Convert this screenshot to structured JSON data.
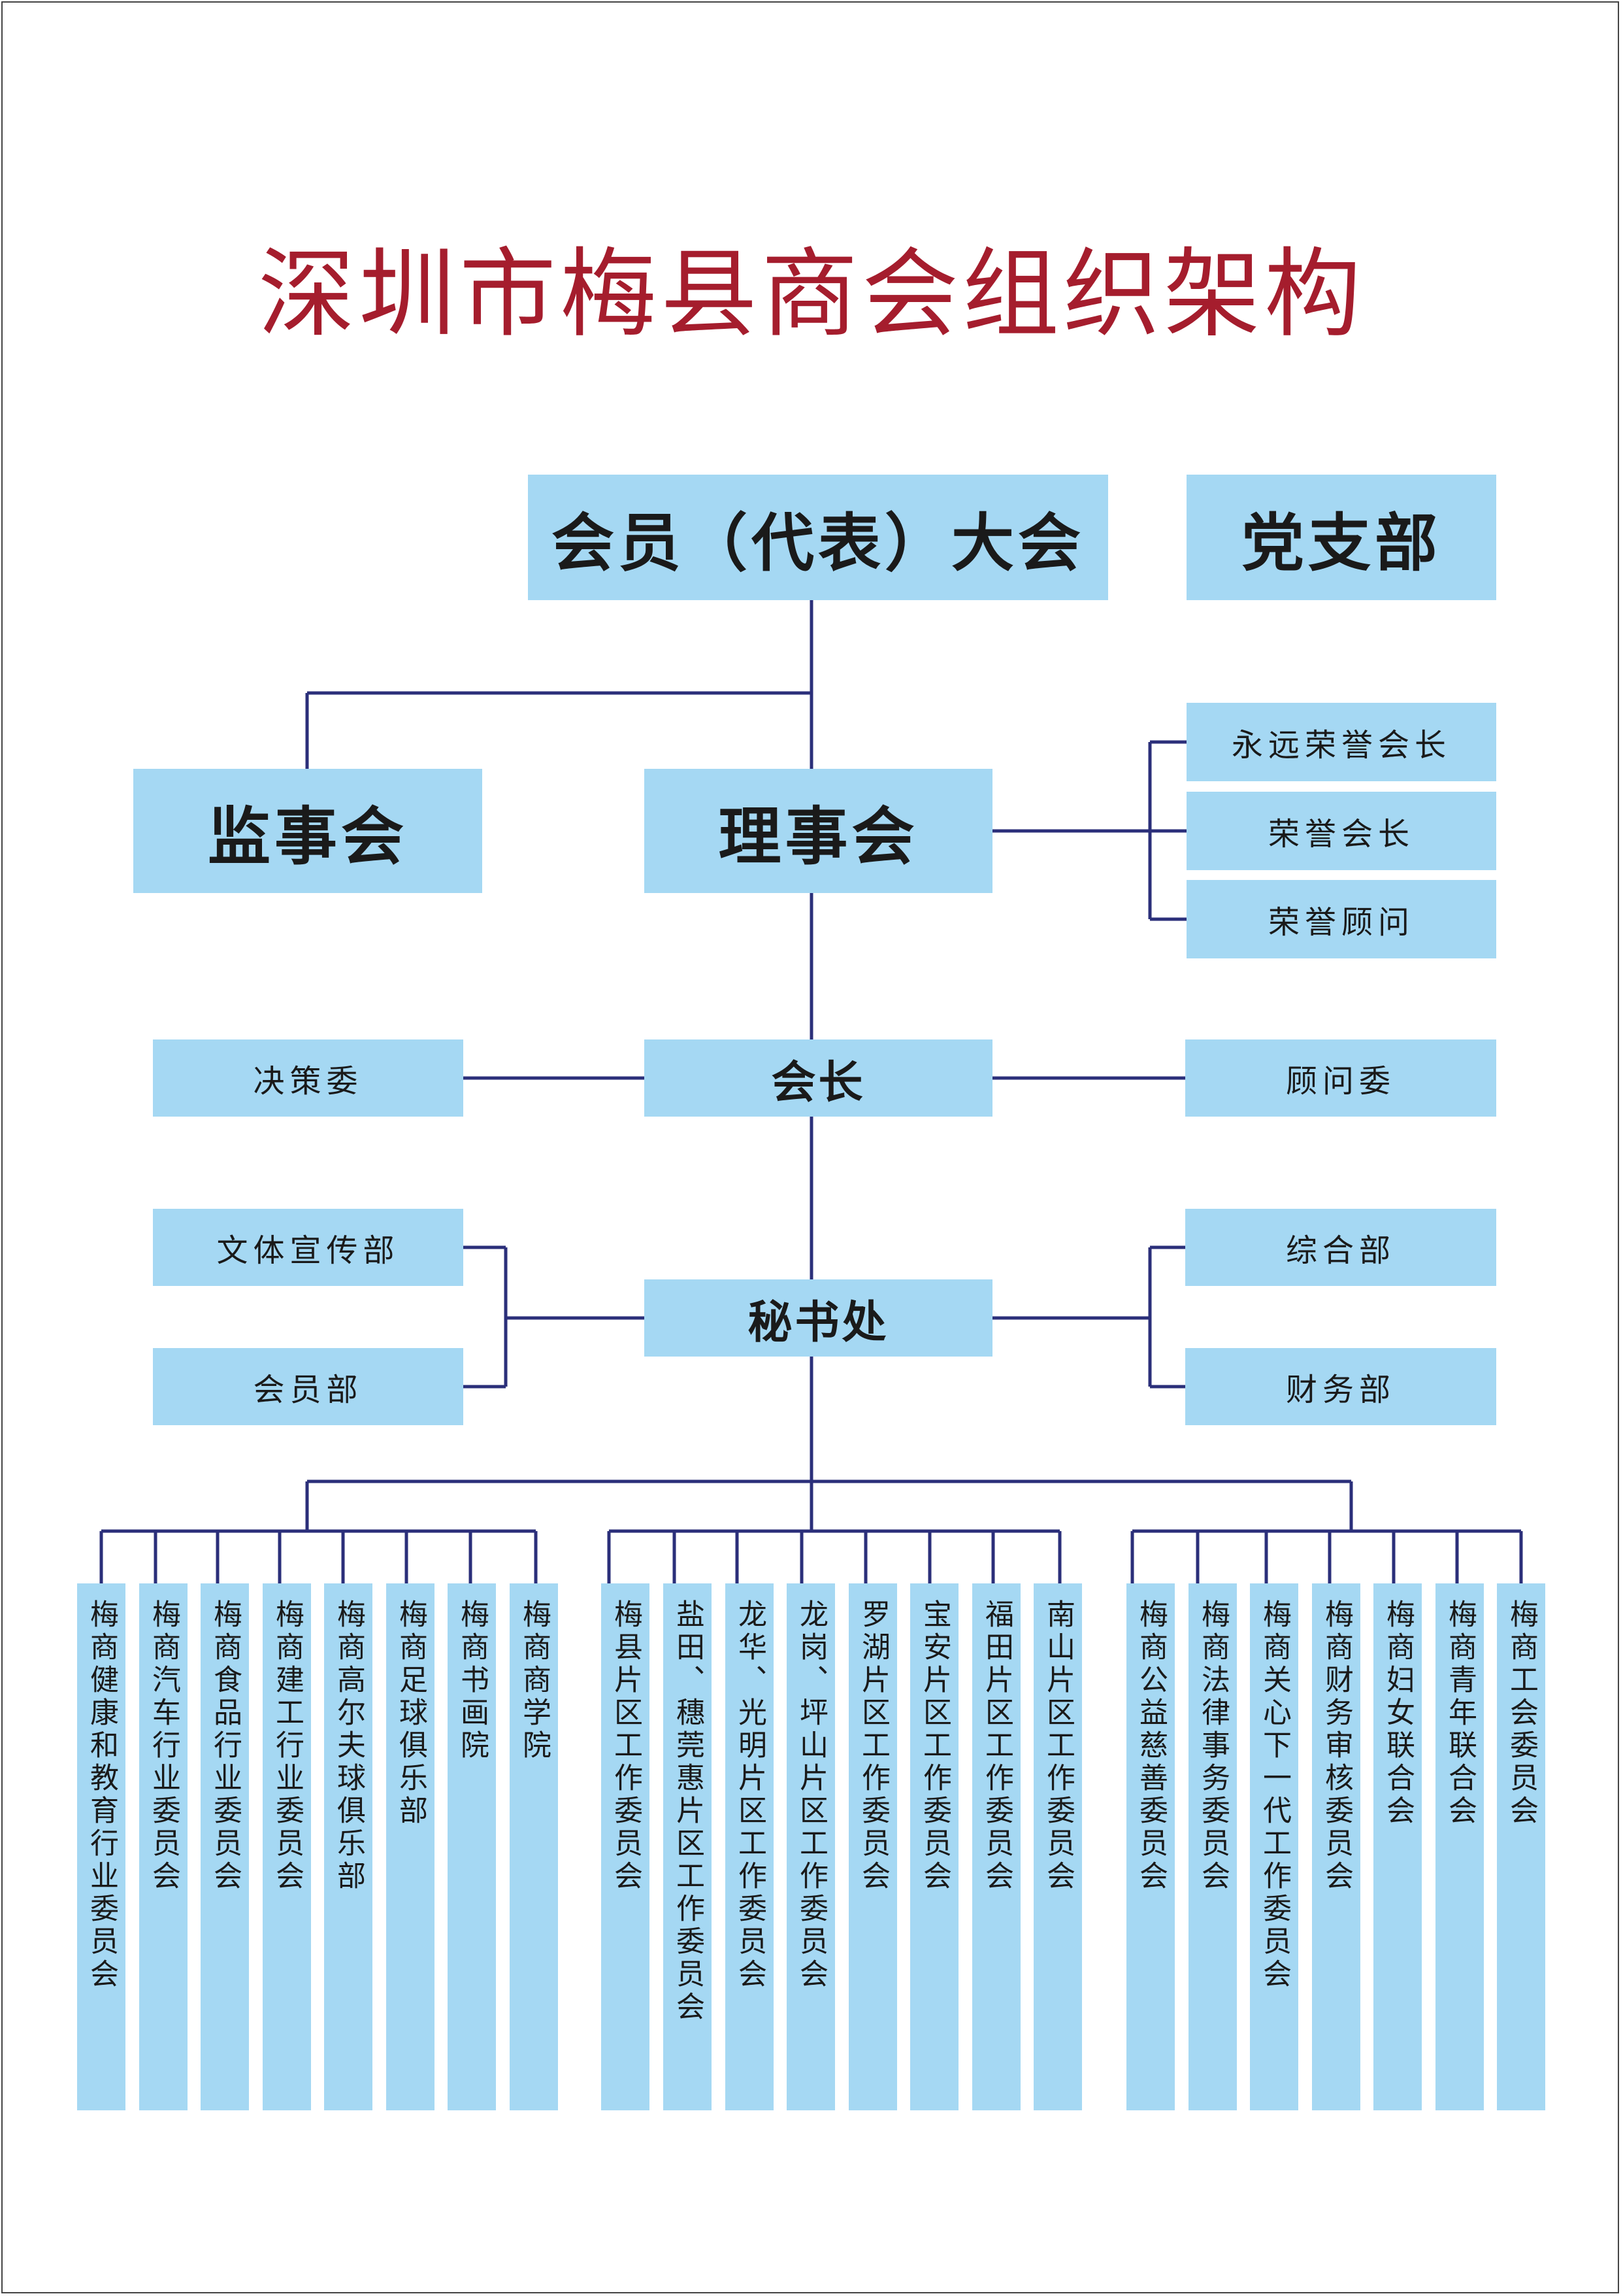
{
  "title": "深圳市梅县商会组织架构",
  "nodes": {
    "assembly": "会员（代表）大会",
    "party_branch": "党支部",
    "supervisory_board": "监事会",
    "council": "理事会",
    "honor_titles": [
      "永远荣誉会长",
      "荣誉会长",
      "荣誉顾问"
    ],
    "president": "会长",
    "decision_committee": "决策委",
    "advisory_committee": "顾问委",
    "secretariat": "秘书处",
    "left_departments": [
      "文体宣传部",
      "会员部"
    ],
    "right_departments": [
      "综合部",
      "财务部"
    ]
  },
  "groups": [
    {
      "name": "industry",
      "items": [
        "梅商健康和教育行业委员会",
        "梅商汽车行业委员会",
        "梅商食品行业委员会",
        "梅商建工行业委员会",
        "梅商高尔夫球俱乐部",
        "梅商足球俱乐部",
        "梅商书画院",
        "梅商商学院"
      ]
    },
    {
      "name": "district",
      "items": [
        "梅县片区工作委员会",
        "盐田、穗莞惠片区工作委员会",
        "龙华、光明片区工作委员会",
        "龙岗、坪山片区工作委员会",
        "罗湖片区工作委员会",
        "宝安片区工作委员会",
        "福田片区工作委员会",
        "南山片区工作委员会"
      ]
    },
    {
      "name": "special",
      "items": [
        "梅商公益慈善委员会",
        "梅商法律事务委员会",
        "梅商关心下一代工作委员会",
        "梅商财务审核委员会",
        "梅商妇女联合会",
        "梅商青年联合会",
        "梅商工会委员会"
      ]
    }
  ],
  "colors": {
    "box": "#a5d8f3",
    "line": "#2b2f7a",
    "title": "#a51d2d"
  }
}
